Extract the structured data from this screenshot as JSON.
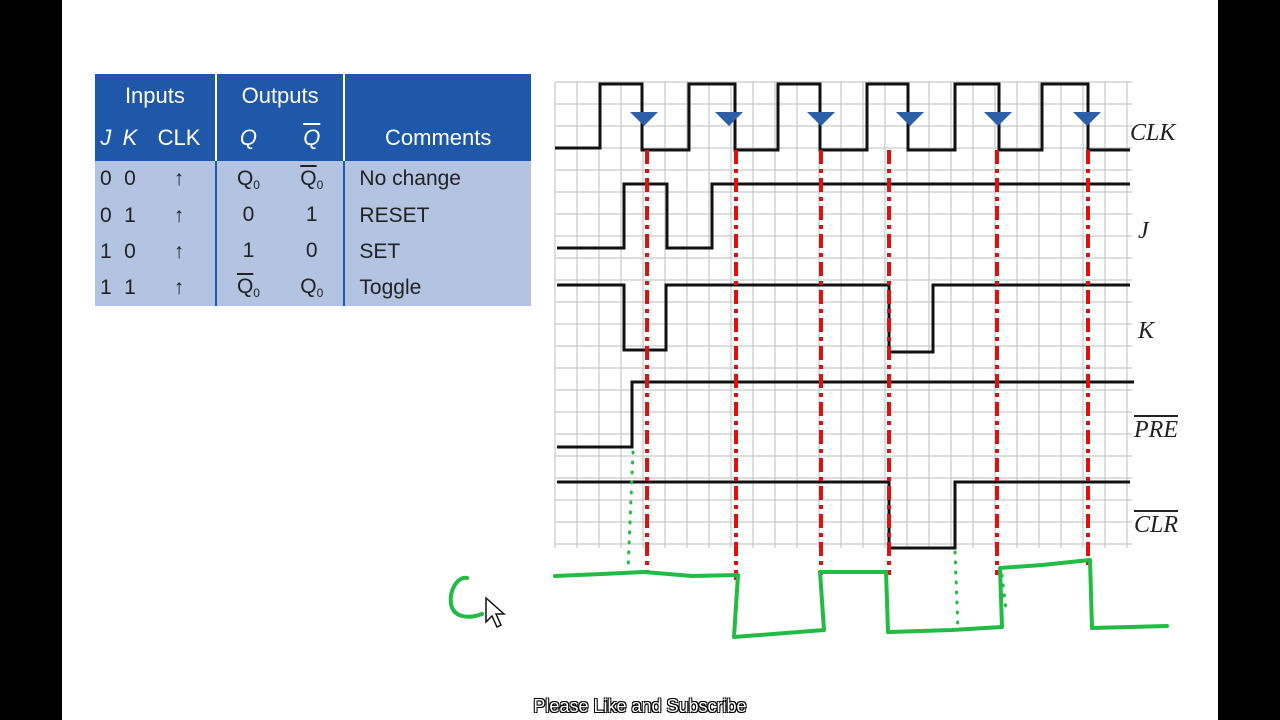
{
  "truth_table": {
    "group_inputs": "Inputs",
    "group_outputs": "Outputs",
    "cols": {
      "j": "J",
      "k": "K",
      "clk": "CLK",
      "q": "Q",
      "qbar": "Q",
      "comments": "Comments"
    },
    "rows": [
      {
        "j": "0",
        "k": "0",
        "clk": "↑",
        "q": "Q",
        "q_sub": "0",
        "q_over": false,
        "qb": "Q",
        "qb_sub": "0",
        "qb_over": true,
        "comment": "No change"
      },
      {
        "j": "0",
        "k": "1",
        "clk": "↑",
        "q": "0",
        "q_sub": "",
        "q_over": false,
        "qb": "1",
        "qb_sub": "",
        "qb_over": false,
        "comment": "RESET"
      },
      {
        "j": "1",
        "k": "0",
        "clk": "↑",
        "q": "1",
        "q_sub": "",
        "q_over": false,
        "qb": "0",
        "qb_sub": "",
        "qb_over": false,
        "comment": "SET"
      },
      {
        "j": "1",
        "k": "1",
        "clk": "↑",
        "q": "Q",
        "q_sub": "0",
        "q_over": true,
        "qb": "Q",
        "qb_sub": "0",
        "qb_over": false,
        "comment": "Toggle"
      }
    ]
  },
  "timing": {
    "labels": {
      "clk": "CLK",
      "j": "J",
      "k": "K",
      "pre": "PRE",
      "clr": "CLR"
    },
    "handwritten_q_label": "Q",
    "colors": {
      "markers": "#dd1111",
      "output": "#22bb44",
      "arrows": "#2d5fa8",
      "trace": "#111111"
    }
  },
  "footer": "Please Like and Subscribe"
}
